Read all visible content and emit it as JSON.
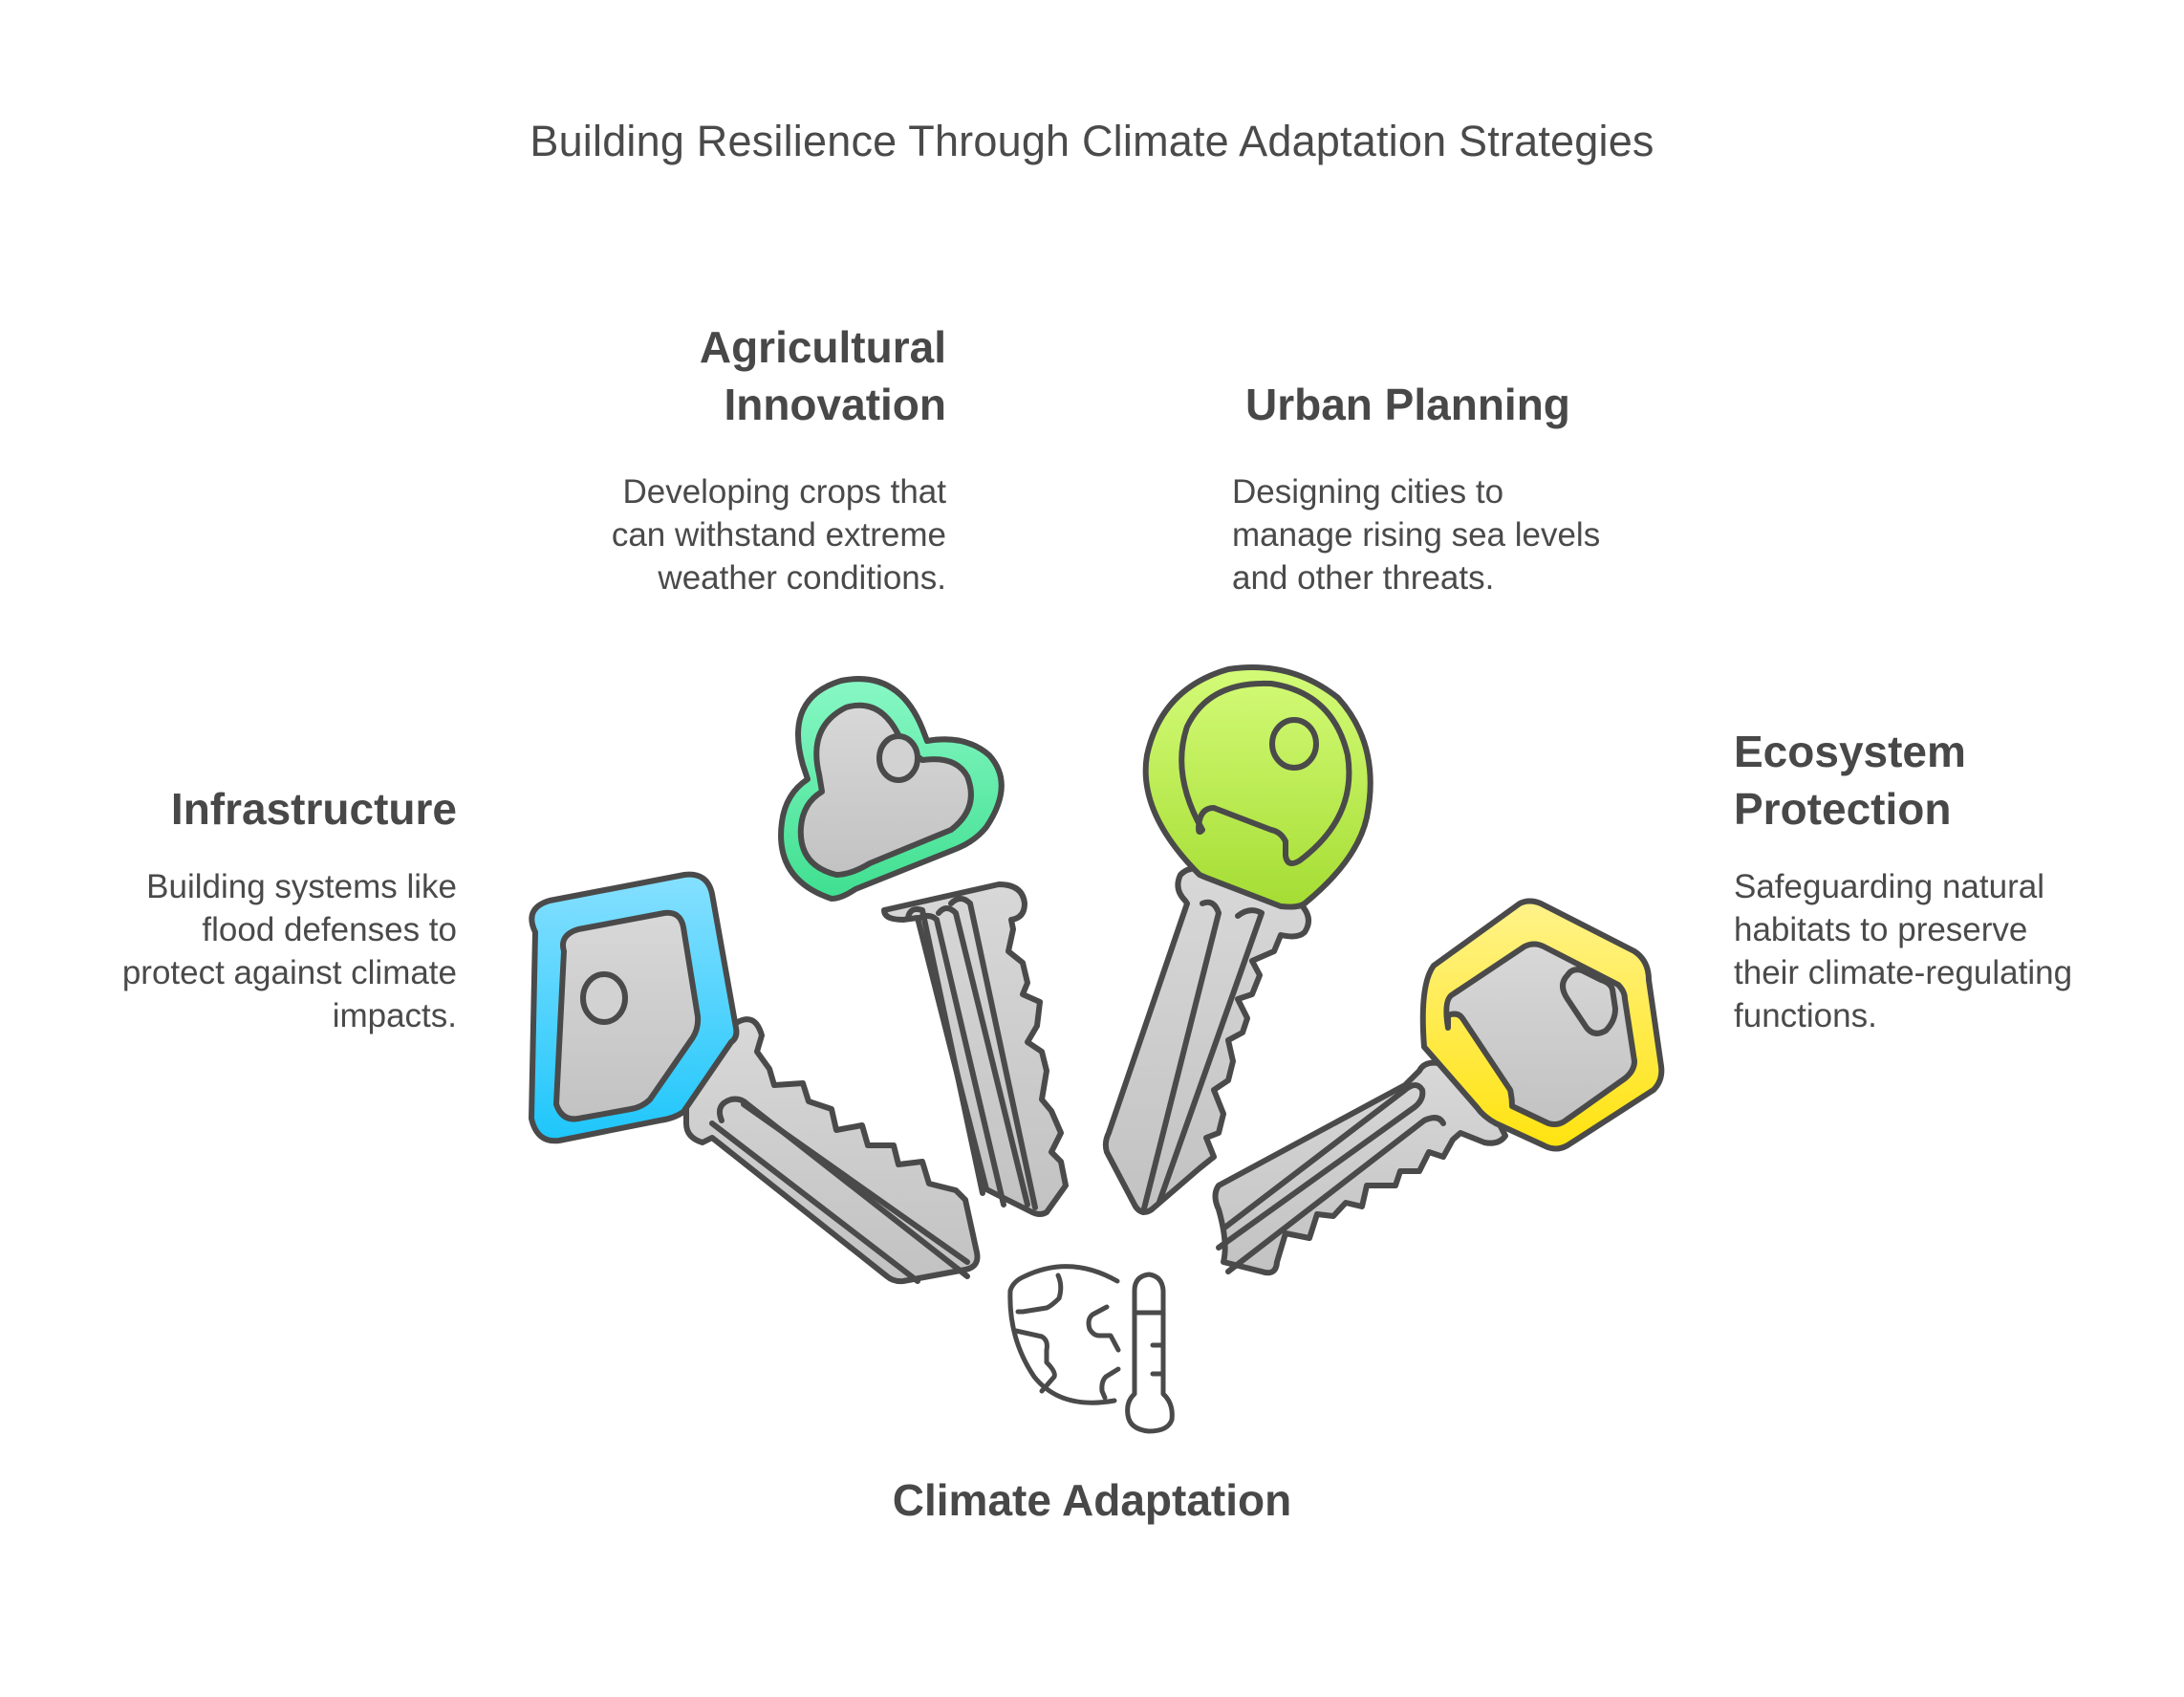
{
  "title": "Building Resilience Through Climate Adaptation Strategies",
  "center": {
    "label": "Climate Adaptation",
    "icon": "globe-thermometer-icon"
  },
  "strategies": [
    {
      "id": "infrastructure",
      "heading_lines": [
        "Infrastructure"
      ],
      "description_lines": [
        "Building systems like",
        "flood defenses to",
        "protect against climate",
        "impacts."
      ],
      "key_color": "#38c8fb",
      "key_color_light": "#80dfff",
      "icon": "blue-key-icon"
    },
    {
      "id": "agricultural-innovation",
      "heading_lines": [
        "Agricultural",
        "Innovation"
      ],
      "description_lines": [
        "Developing crops that",
        "can withstand extreme",
        "weather conditions."
      ],
      "key_color": "#45e096",
      "key_color_light": "#86f7c3",
      "icon": "green-cloud-key-icon"
    },
    {
      "id": "urban-planning",
      "heading_lines": [
        "Urban Planning"
      ],
      "description_lines": [
        "Designing cities to",
        "manage rising sea levels",
        "and other threats."
      ],
      "key_color": "#a8df3a",
      "key_color_light": "#d2fa78",
      "icon": "lime-round-key-icon"
    },
    {
      "id": "ecosystem-protection",
      "heading_lines": [
        "Ecosystem",
        "Protection"
      ],
      "description_lines": [
        "Safeguarding natural",
        "habitats to preserve",
        "their climate-regulating",
        "functions."
      ],
      "key_color": "#ffe315",
      "key_color_light": "#fff38a",
      "icon": "yellow-hex-key-icon"
    }
  ]
}
